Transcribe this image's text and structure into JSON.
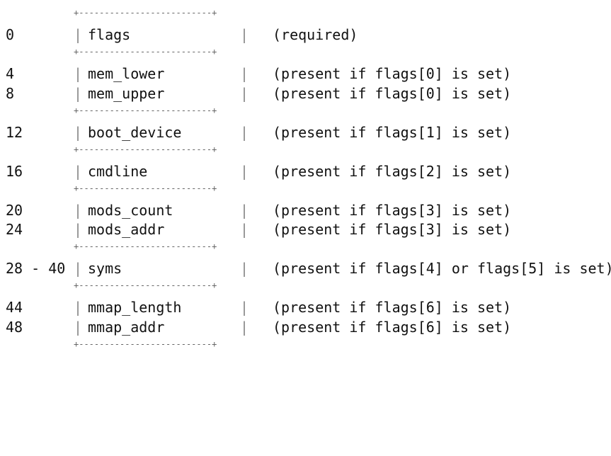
{
  "table": {
    "separator": "+--------------------------+",
    "rows": [
      {
        "offset": "0",
        "field": "flags",
        "note": "(required)"
      },
      {
        "offset": "4",
        "field": "mem_lower",
        "note": "(present if flags[0] is set)"
      },
      {
        "offset": "8",
        "field": "mem_upper",
        "note": "(present if flags[0] is set)"
      },
      {
        "offset": "12",
        "field": "boot_device",
        "note": "(present if flags[1] is set)"
      },
      {
        "offset": "16",
        "field": "cmdline",
        "note": "(present if flags[2] is set)"
      },
      {
        "offset": "20",
        "field": "mods_count",
        "note": "(present if flags[3] is set)"
      },
      {
        "offset": "24",
        "field": "mods_addr",
        "note": "(present if flags[3] is set)"
      },
      {
        "offset": "28 - 40",
        "field": "syms",
        "note": "(present if flags[4] or flags[5] is set)"
      },
      {
        "offset": "44",
        "field": "mmap_length",
        "note": "(present if flags[6] is set)"
      },
      {
        "offset": "48",
        "field": "mmap_addr",
        "note": "(present if flags[6] is set)"
      }
    ]
  }
}
